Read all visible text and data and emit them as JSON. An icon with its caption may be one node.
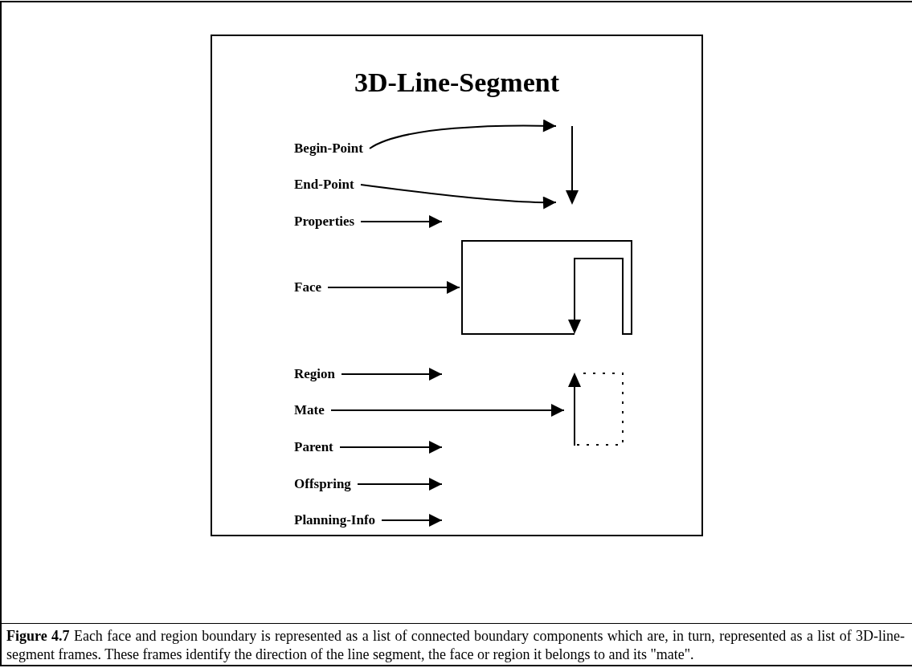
{
  "diagram": {
    "caption": "**Figure 4.7** Each face and region boundary is represented as a list of connected boundary components which are, in turn, represented as a list of 3D-line-segment frames. These frames identify the direction of the line segment, the face or region it belongs to and its \"mate\".",
    "nodes": [
      {
        "text": [
          "3D-Line-Segment"
        ]
      },
      {
        "text": [
          "Begin-Point"
        ],
        "in": 0
      },
      {
        "text": [
          "End-Point"
        ],
        "in": 0
      },
      {
        "text": [
          "Properties"
        ],
        "in": 0
      },
      {
        "text": [
          "Face"
        ],
        "in": 0
      },
      {
        "text": [
          "Region"
        ],
        "in": 0
      },
      {
        "text": [
          "Mate"
        ],
        "in": 0
      },
      {
        "text": [
          "Parent"
        ],
        "in": 0
      },
      {
        "text": [
          "Offspring"
        ],
        "in": 0
      },
      {
        "text": [
          "Planning-Info"
        ],
        "in": 0
      },
      {
        "text": [],
        "shape": "picture",
        "in": 0
      },
      {
        "text": [],
        "shape": "picture",
        "in": 0
      },
      {
        "text": [],
        "shape": "picture",
        "in": 0
      }
    ],
    "edges": [
      {
        "from": 1,
        "to": 10,
        "arrow": "to"
      },
      {
        "from": 2,
        "to": 10,
        "arrow": "to"
      },
      {
        "from": 3,
        "to": null,
        "arrow": "to"
      },
      {
        "from": 4,
        "to": 11,
        "arrow": "to"
      },
      {
        "from": 5,
        "to": null,
        "arrow": "to"
      },
      {
        "from": 6,
        "to": 12,
        "arrow": "to"
      },
      {
        "from": 7,
        "to": null,
        "arrow": "to"
      },
      {
        "from": 8,
        "to": null,
        "arrow": "to"
      },
      {
        "from": 9,
        "to": null,
        "arrow": "to"
      }
    ]
  }
}
